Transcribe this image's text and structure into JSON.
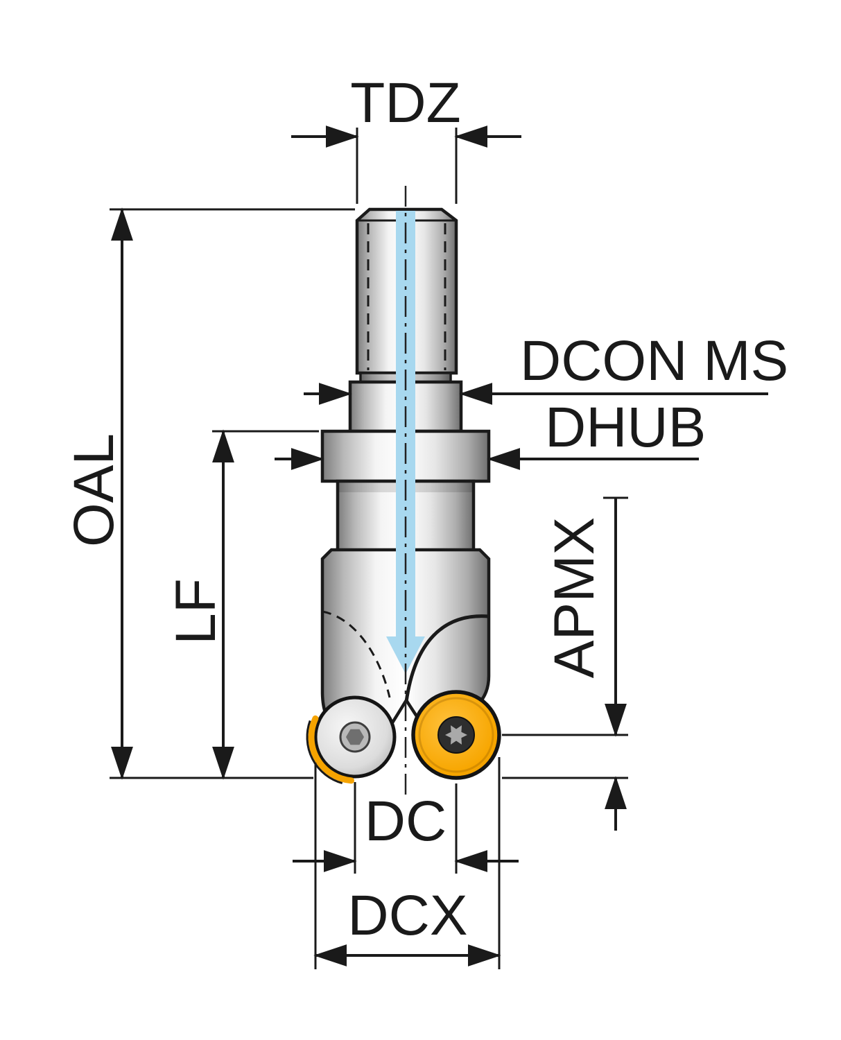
{
  "diagram": {
    "description": "Technical dimension drawing of a round-insert ball nose milling cutter with threaded modular shank and internal coolant channel",
    "dimension_labels": {
      "tdz": "TDZ",
      "dcon_ms": "DCON MS",
      "dhub": "DHUB",
      "oal": "OAL",
      "lf": "LF",
      "apmx": "APMX",
      "dc": "DC",
      "dcx": "DCX"
    },
    "colors": {
      "line": "#1a1a1a",
      "insert_accent": "#F5A300",
      "coolant_blue": "#A8D8EF",
      "metal_light": "#f4f4f4",
      "metal_dark": "#777777",
      "background": "#ffffff"
    }
  }
}
